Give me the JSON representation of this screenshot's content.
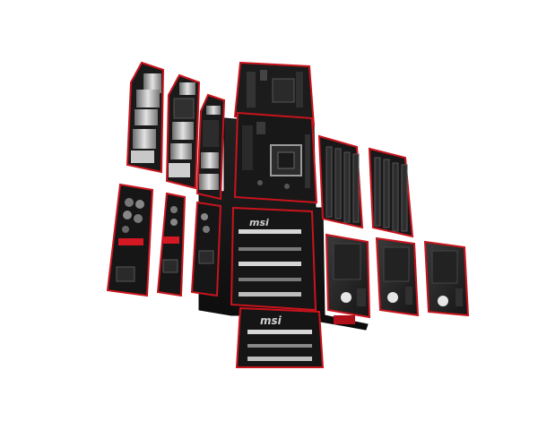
{
  "scene": {
    "subject": "exploded-motherboard-render",
    "logo_texts": [
      "msi",
      "msi"
    ],
    "colors": {
      "background": "#ffffff",
      "board": "#1a1a1a",
      "board_dark": "#0d0d0d",
      "accent_red": "#d0101a",
      "metal": "#9a9a9a",
      "metal_light": "#d8d8d8"
    }
  }
}
